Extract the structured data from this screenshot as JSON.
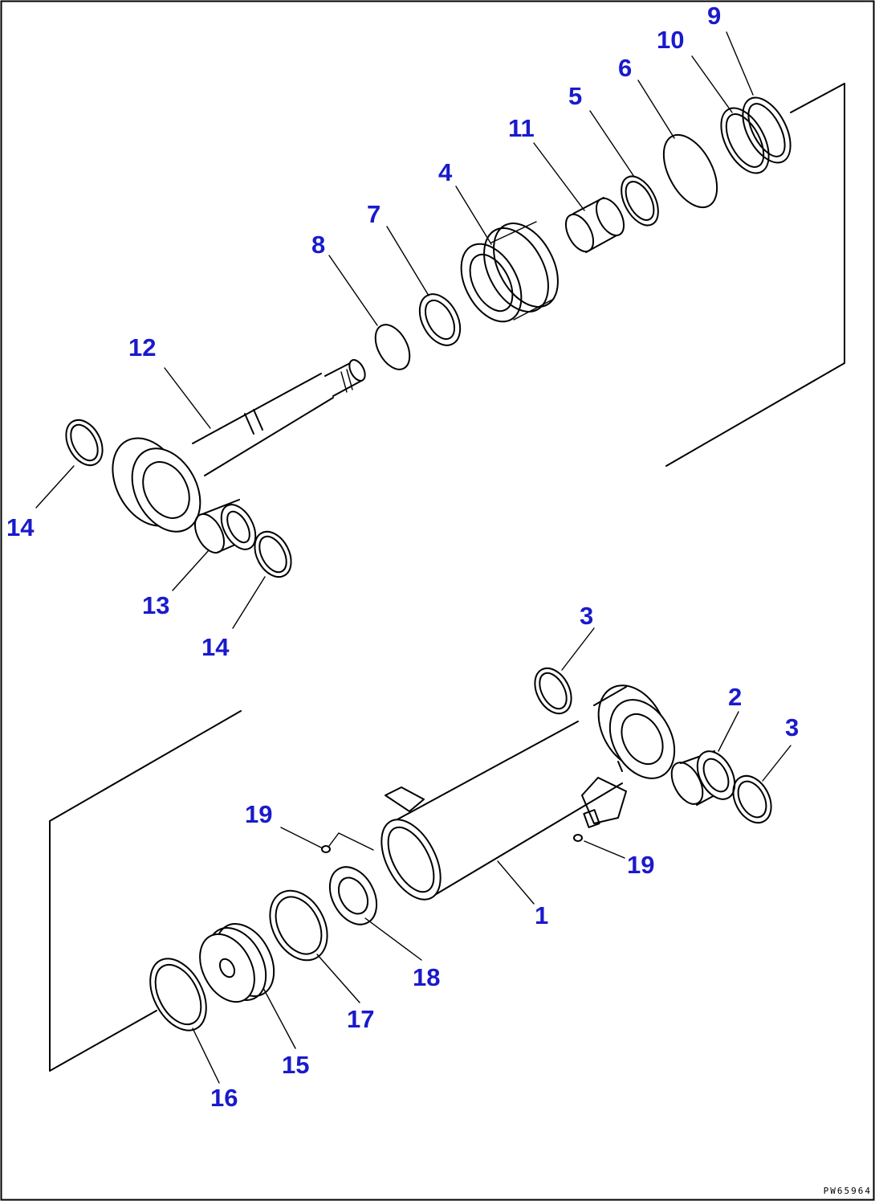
{
  "diagram": {
    "document_id": "PW65964",
    "callouts": [
      {
        "id": "c9",
        "label": "9"
      },
      {
        "id": "c10",
        "label": "10"
      },
      {
        "id": "c6",
        "label": "6"
      },
      {
        "id": "c5",
        "label": "5"
      },
      {
        "id": "c11",
        "label": "11"
      },
      {
        "id": "c4",
        "label": "4"
      },
      {
        "id": "c7",
        "label": "7"
      },
      {
        "id": "c8",
        "label": "8"
      },
      {
        "id": "c12",
        "label": "12"
      },
      {
        "id": "c14a",
        "label": "14"
      },
      {
        "id": "c13",
        "label": "13"
      },
      {
        "id": "c14b",
        "label": "14"
      },
      {
        "id": "c3a",
        "label": "3"
      },
      {
        "id": "c2",
        "label": "2"
      },
      {
        "id": "c3b",
        "label": "3"
      },
      {
        "id": "c19a",
        "label": "19"
      },
      {
        "id": "c19b",
        "label": "19"
      },
      {
        "id": "c1",
        "label": "1"
      },
      {
        "id": "c18",
        "label": "18"
      },
      {
        "id": "c17",
        "label": "17"
      },
      {
        "id": "c15",
        "label": "15"
      },
      {
        "id": "c16",
        "label": "16"
      }
    ]
  }
}
